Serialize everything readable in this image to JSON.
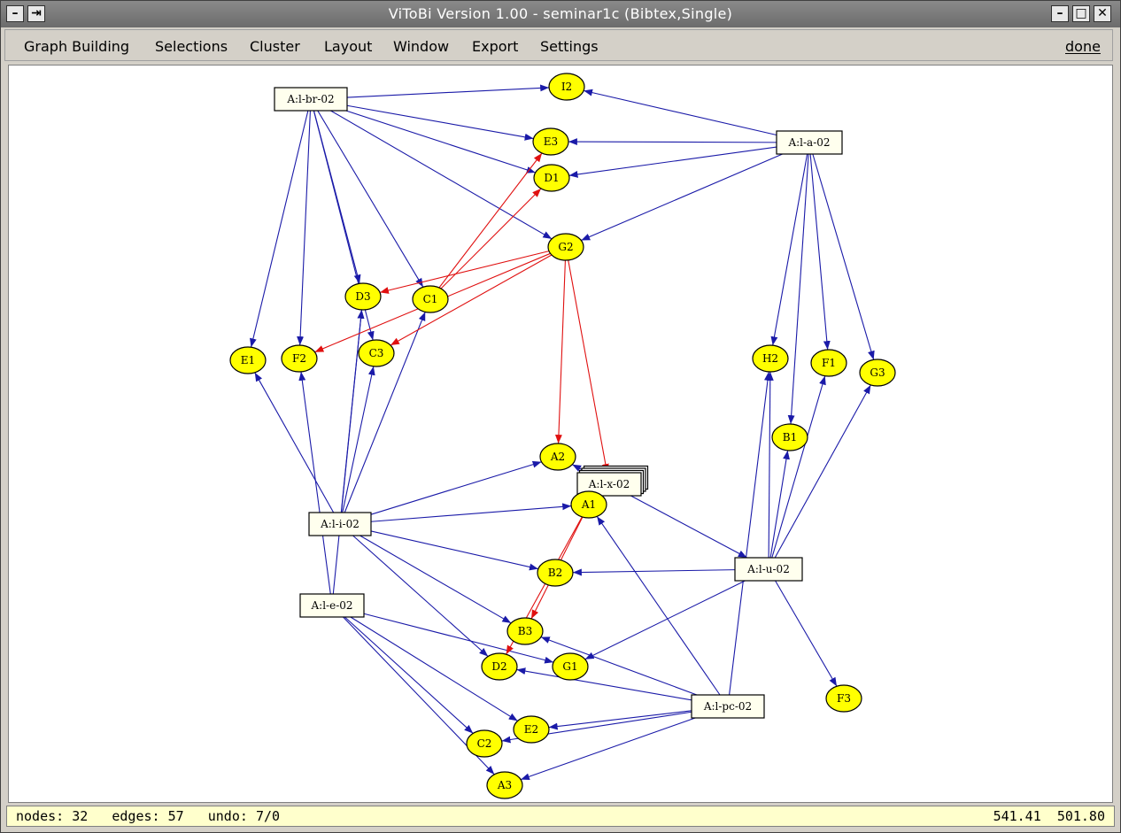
{
  "window": {
    "title": "ViToBi  Version 1.00 - seminar1c (Bibtex,Single)"
  },
  "menu": {
    "items": [
      "Graph Building",
      "Selections",
      "Cluster",
      "Layout",
      "Window",
      "Export",
      "Settings"
    ],
    "done": "done"
  },
  "status": {
    "nodes_label": "nodes:",
    "nodes": "32",
    "edges_label": "edges:",
    "edges": "57",
    "undo_label": "undo:",
    "undo": "7/0",
    "coord_x": "541.41",
    "coord_y": "501.80"
  },
  "colors": {
    "edge_default": "#1a1aa8",
    "edge_highlight": "#e01010",
    "node_fill": "#ffff00",
    "box_fill": "#ffffee"
  },
  "graph": {
    "boxes": [
      "A:l-br-02",
      "A:l-a-02",
      "A:l-i-02",
      "A:l-e-02",
      "A:l-u-02",
      "A:l-pc-02",
      "A:l-x-02"
    ],
    "nodes": [
      "I2",
      "E3",
      "D1",
      "G2",
      "D3",
      "C1",
      "E1",
      "F2",
      "C3",
      "A2",
      "A1",
      "B2",
      "B3",
      "D2",
      "G1",
      "E2",
      "C2",
      "A3",
      "H2",
      "F1",
      "G3",
      "B1",
      "F3"
    ]
  }
}
